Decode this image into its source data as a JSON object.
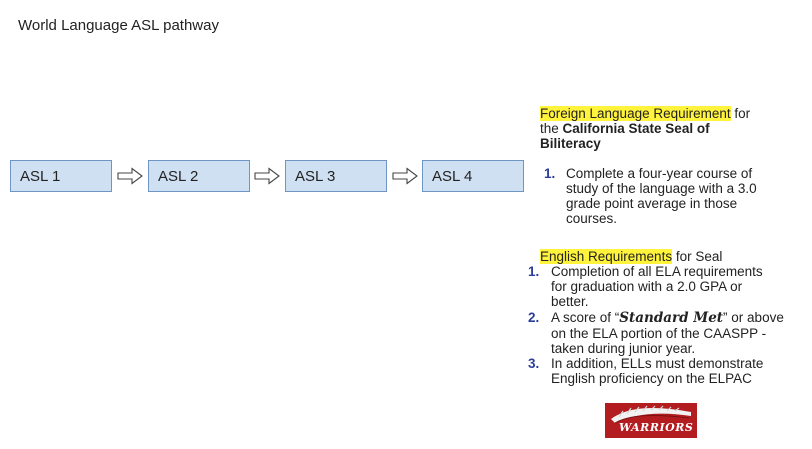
{
  "title": "World Language ASL pathway",
  "pathway": [
    "ASL 1",
    "ASL 2",
    "ASL 3",
    "ASL 4"
  ],
  "foreign": {
    "heading_hl": "Foreign Language Requirement",
    "heading_rest": " for",
    "line2_prefix": "the ",
    "line2_bold": "California State Seal of",
    "line3_bold": "Biliteracy",
    "items": [
      {
        "num": "1.",
        "lines": [
          "Complete a four-year course of",
          "study of the language with a 3.0",
          "grade point average in those",
          "courses."
        ]
      }
    ]
  },
  "english": {
    "heading_hl": "English Requirements",
    "heading_rest": " for Seal",
    "item1": {
      "num": "1.",
      "lines": [
        "Completion of all ELA requirements",
        "for graduation with a 2.0 GPA or",
        "better."
      ]
    },
    "item2": {
      "num": "2.",
      "pre": "A score of “",
      "emph": "Standard Met",
      "post": "” or above",
      "lines": [
        "on the ELA portion of the CAASPP -",
        "taken during junior year."
      ]
    },
    "item3": {
      "num": "3.",
      "lines": [
        "In addition, ELLs must demonstrate",
        "English proficiency on the ELPAC"
      ]
    }
  },
  "logo_text": "WARRIORS",
  "colors": {
    "box_fill": "#cfe0f3",
    "box_border": "#6f95c4",
    "highlight": "#fff33b",
    "number": "#2c3e9a",
    "logo": "#b31d20"
  }
}
